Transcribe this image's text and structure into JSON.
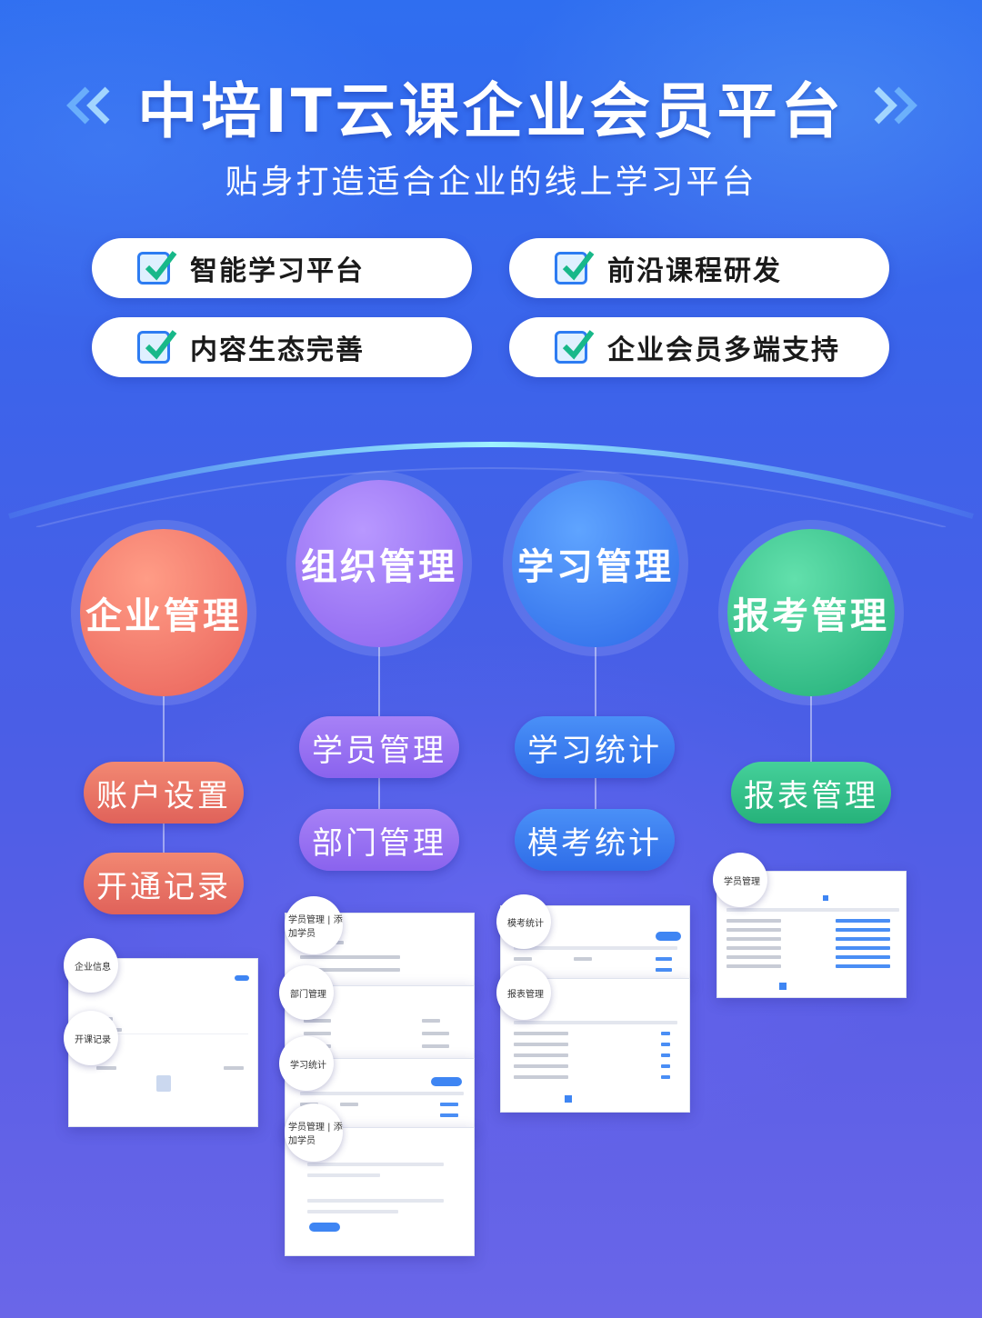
{
  "header": {
    "title": "中培IT云课企业会员平台",
    "subtitle": "贴身打造适合企业的线上学习平台"
  },
  "features": [
    {
      "label": "智能学习平台"
    },
    {
      "label": "前沿课程研发"
    },
    {
      "label": "内容生态完善"
    },
    {
      "label": "企业会员多端支持"
    }
  ],
  "modules": [
    {
      "name": "企业管理",
      "color": "#f07a6a",
      "items": [
        "账户设置",
        "开通记录"
      ]
    },
    {
      "name": "组织管理",
      "color": "#9a73f2",
      "items": [
        "学员管理",
        "部门管理"
      ]
    },
    {
      "name": "学习管理",
      "color": "#3f82f4",
      "items": [
        "学习统计",
        "模考统计"
      ]
    },
    {
      "name": "报考管理",
      "color": "#3cc98f",
      "items": [
        "报表管理"
      ]
    }
  ],
  "screenshots": {
    "enterprise_info": "企业信息",
    "open_record": "开课记录",
    "student_mgmt_add": "学员管理 | 添加学员",
    "dept_mgmt": "部门管理",
    "study_stats": "学习统计",
    "student_mgmt_add_2": "学员管理 | 添加学员",
    "exam_stats": "模考统计",
    "report_mgmt": "报表管理",
    "student_mgmt": "学员管理"
  },
  "icons": {
    "check": "check-icon",
    "chevrons": "double-chevron-icon"
  }
}
